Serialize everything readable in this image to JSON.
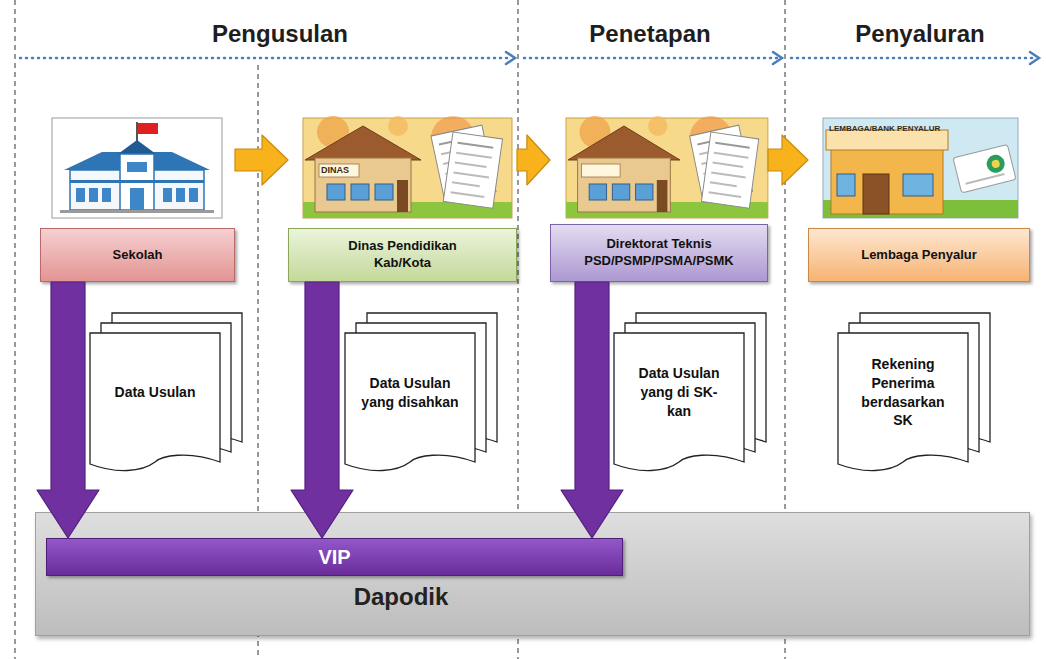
{
  "diagram": {
    "nodes": [
      {
        "text": [
          "Sekolah"
        ]
      },
      {
        "text": [
          "Dinas Pendidikan Kab/Kota"
        ]
      },
      {
        "text": [
          "Direktorat Teknis PSD/PSMP/PSMA/PSMK"
        ]
      },
      {
        "text": [
          "Lembaga Penyalur"
        ]
      },
      {
        "text": [
          "Data Usulan"
        ]
      },
      {
        "text": [
          "Data Usulan yang disahkan"
        ]
      },
      {
        "text": [
          "Data Usulan yang di SK-kan"
        ]
      },
      {
        "text": [
          "Rekening Penerima berdasarkan SK"
        ]
      },
      {
        "text": [
          "Dapodik"
        ]
      },
      {
        "text": [
          "VIP"
        ],
        "in": 8
      }
    ],
    "edges": [
      {
        "from": 0,
        "to": 1,
        "arrow": "to"
      },
      {
        "from": 1,
        "to": 2,
        "arrow": "to"
      },
      {
        "from": 2,
        "to": 3,
        "arrow": "to"
      },
      {
        "from": 0,
        "to": 9,
        "arrow": "to"
      },
      {
        "from": 1,
        "to": 9,
        "arrow": "to"
      },
      {
        "from": 2,
        "to": 9,
        "arrow": "to"
      }
    ],
    "labels": [
      "Pengusulan",
      "Penetapan",
      "Penyaluran",
      "DINAS",
      "LEMBAGA/BANK PENYALUR"
    ]
  }
}
